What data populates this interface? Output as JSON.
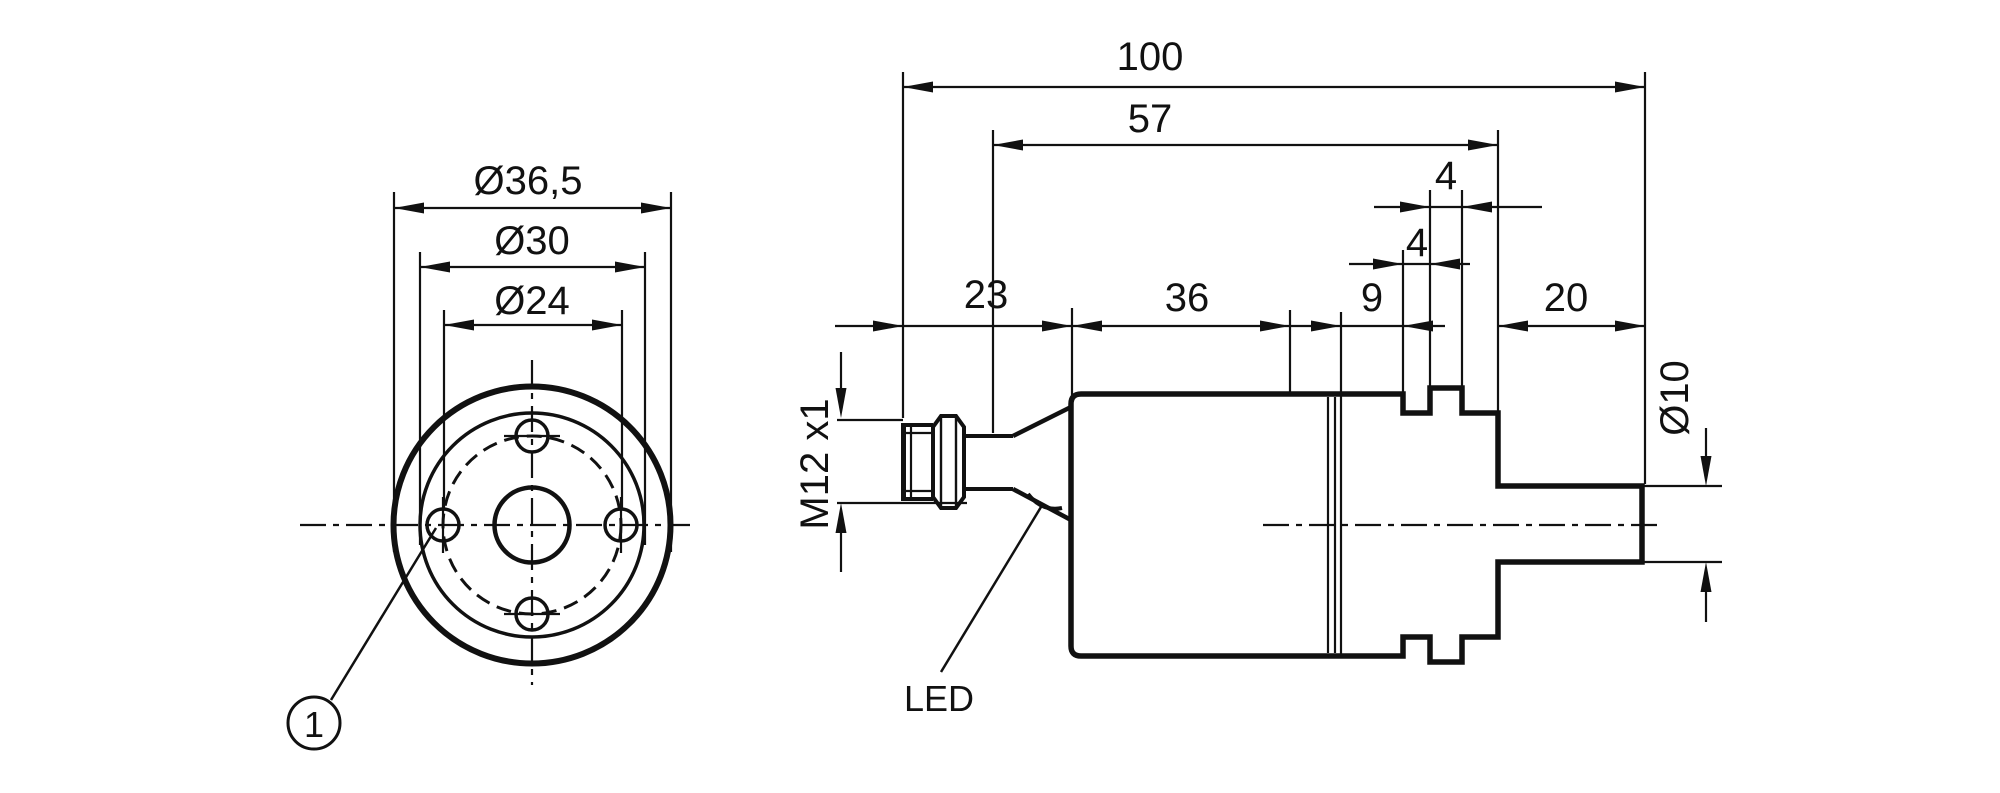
{
  "front_view": {
    "dim_flange_dia": "Ø36,5",
    "dim_housing_dia": "Ø30",
    "dim_bolt_circle_dia": "Ø24",
    "balloon_label": "1"
  },
  "side_view": {
    "dim_overall_length": "100",
    "dim_housing_length": "57",
    "dim_ring_width": "4",
    "dim_groove_width": "4",
    "dim_connector_length": "23",
    "dim_body_length": "36",
    "dim_neck_length": "9",
    "dim_tip_length": "20",
    "dim_connector_thread": "M12 x1",
    "dim_tip_dia": "Ø10",
    "led_label": "LED"
  },
  "colors": {
    "line": "#111111",
    "background": "#ffffff"
  }
}
